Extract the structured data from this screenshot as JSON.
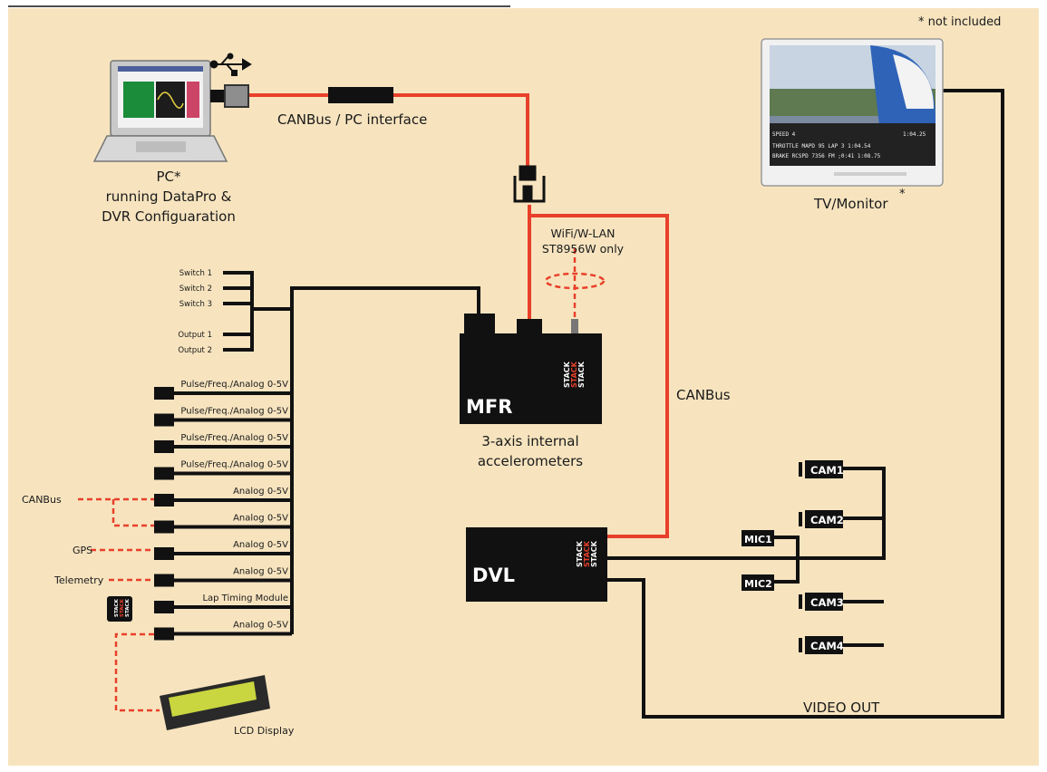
{
  "note": "* not included",
  "pc": {
    "line1": "PC*",
    "line2": "running DataPro &",
    "line3": "DVR Configuaration"
  },
  "interface_label": "CANBus / PC interface",
  "tv_label": "TV/Monitor",
  "tv_asterisk": "*",
  "monitor": {
    "rows": [
      "SPEED 4",
      "THROTTLE  MAPD   95   LAP  3   1:04.54",
      "BRAKE   RCSPD  7356 FM ;0:41   1:08.75"
    ],
    "top_right": "1:04.25"
  },
  "wifi": {
    "line1": "WiFi/W-LAN",
    "line2": "ST8956W only"
  },
  "switches": [
    "Switch 1",
    "Switch 2",
    "Switch 3",
    "Output 1",
    "Output 2"
  ],
  "mfr": {
    "name": "MFR",
    "sub1": "3-axis internal",
    "sub2": "accelerometers"
  },
  "stack_text": "STACK",
  "canbus_right": "CANBus",
  "inputs": [
    "Pulse/Freq./Analog 0-5V",
    "Pulse/Freq./Analog 0-5V",
    "Pulse/Freq./Analog 0-5V",
    "Pulse/Freq./Analog 0-5V",
    "Analog 0-5V",
    "Analog 0-5V",
    "Analog 0-5V",
    "Analog 0-5V",
    "Lap Timing Module",
    "Analog 0-5V"
  ],
  "ext": {
    "canbus": "CANBus",
    "gps": "GPS",
    "telemetry": "Telemetry"
  },
  "lcd_label": "LCD Display",
  "dvl": {
    "name": "DVL"
  },
  "cams": [
    "CAM1",
    "CAM2",
    "CAM3",
    "CAM4"
  ],
  "mics": [
    "MIC1",
    "MIC2"
  ],
  "video_out": "VIDEO OUT",
  "colors": {
    "background": "#f7e4bf",
    "cable": "#111111",
    "canbus": "#e8402a",
    "accent": "#d7261e"
  }
}
